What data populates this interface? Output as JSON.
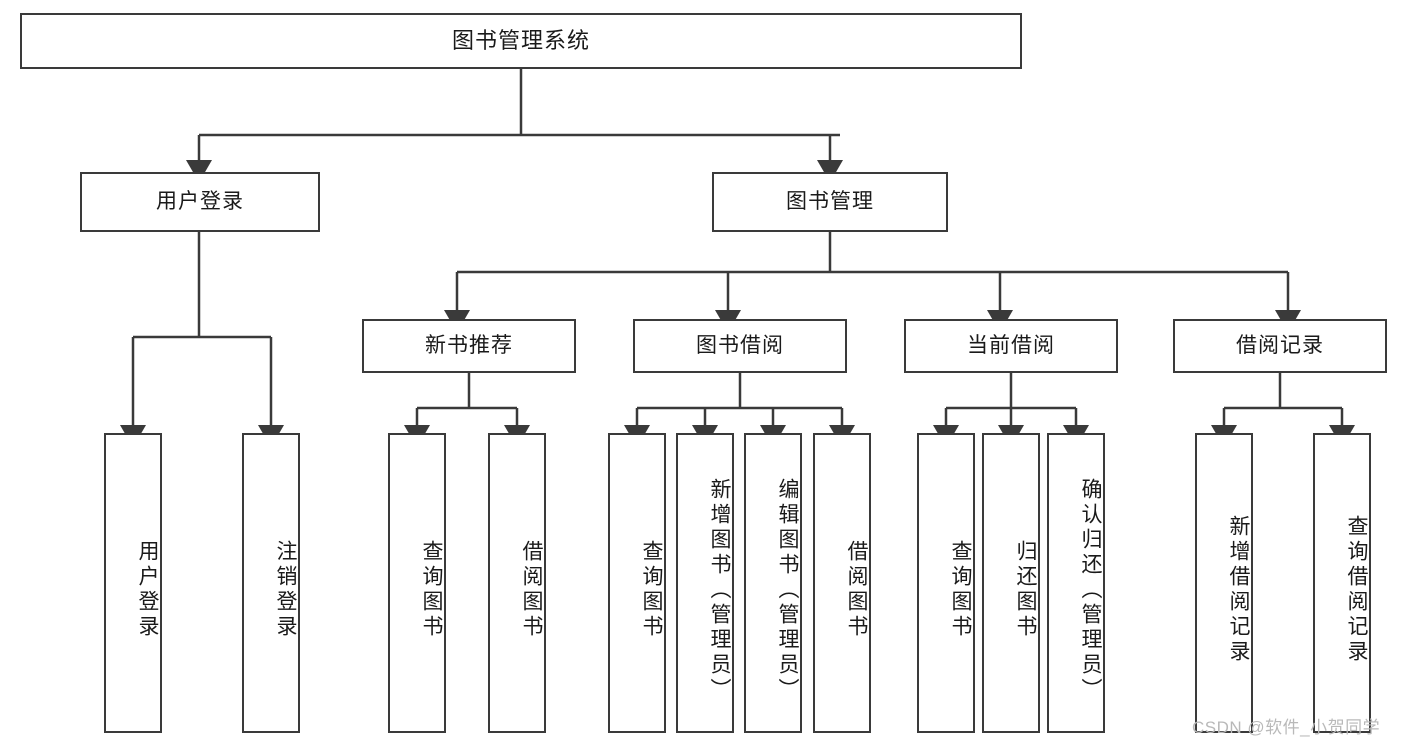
{
  "diagram": {
    "title": "图书管理系统",
    "type": "hierarchy-tree",
    "root": {
      "label": "图书管理系统"
    },
    "level2": [
      {
        "label": "用户登录"
      },
      {
        "label": "图书管理"
      }
    ],
    "level3": [
      {
        "label": "新书推荐"
      },
      {
        "label": "图书借阅"
      },
      {
        "label": "当前借阅"
      },
      {
        "label": "借阅记录"
      }
    ],
    "leaves": {
      "user_login": [
        {
          "label": "用户登录"
        },
        {
          "label": "注销登录"
        }
      ],
      "new_book_recommend": [
        {
          "label": "查询图书"
        },
        {
          "label": "借阅图书"
        }
      ],
      "book_borrow": [
        {
          "label": "查询图书"
        },
        {
          "label": "新增图书（管理员）"
        },
        {
          "label": "编辑图书（管理员）"
        },
        {
          "label": "借阅图书"
        }
      ],
      "current_borrow": [
        {
          "label": "查询图书"
        },
        {
          "label": "归还图书"
        },
        {
          "label": "确认归还（管理员）"
        }
      ],
      "borrow_record": [
        {
          "label": "新增借阅记录"
        },
        {
          "label": "查询借阅记录"
        }
      ]
    }
  },
  "watermark": {
    "text": "CSDN @软件_小贺同学"
  },
  "colors": {
    "stroke": "#3a3a3a",
    "fill": "#ffffff",
    "text": "#1a1a1a",
    "watermark": "#b9b9b9"
  }
}
